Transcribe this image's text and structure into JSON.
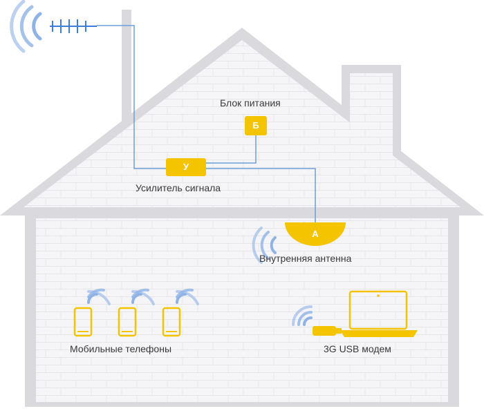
{
  "labels": {
    "power_supply": "Блок питания",
    "amplifier": "Усилитель сигнала",
    "indoor_antenna": "Внутренняя антенна",
    "mobile_phones": "Мобильные телефоны",
    "usb_modem": "3G USB модем"
  },
  "boxes": {
    "amplifier": "У",
    "power_supply": "Б",
    "antenna": "А"
  },
  "colors": {
    "accent": "#f5c400",
    "wave": "#5b8fd4",
    "cable": "#6a9fd8",
    "house_fill": "#f3f3f5",
    "house_outline": "#d9d9dd"
  }
}
